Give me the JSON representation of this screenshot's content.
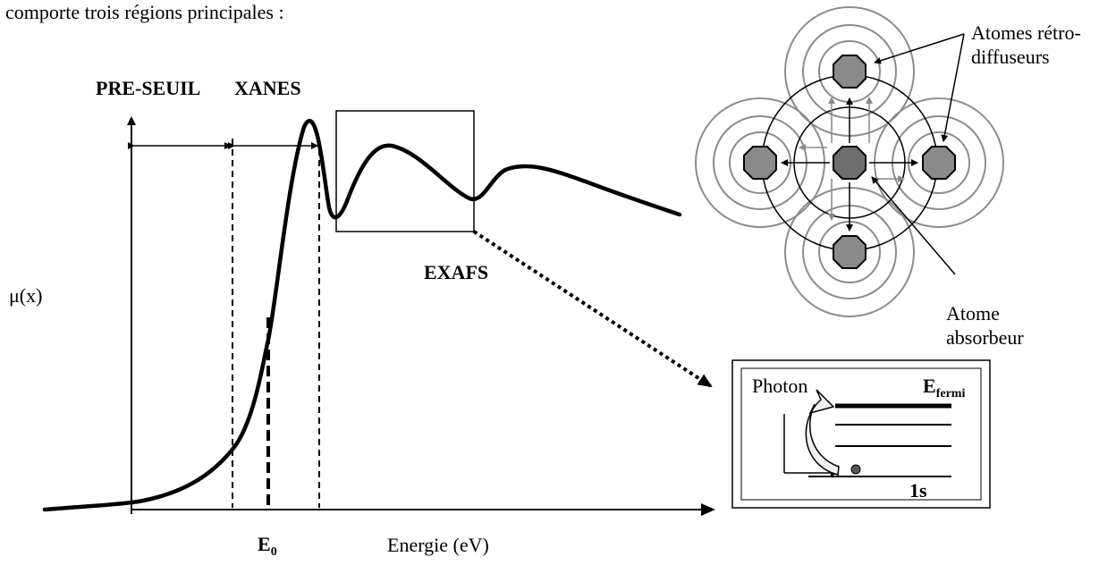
{
  "intro_text": "comporte trois régions principales :",
  "regions": {
    "pre_edge": "PRE-SEUIL",
    "xanes": "XANES",
    "exafs": "EXAFS"
  },
  "axes": {
    "ylabel": "μ(x)",
    "xlabel": "Energie (eV)",
    "edge_label": "E",
    "edge_subscript": "0"
  },
  "atoms": {
    "backscatterers": [
      "Atomes rétro-",
      "diffuseurs"
    ],
    "absorber": [
      "Atome",
      "absorbeur"
    ]
  },
  "inset": {
    "photon": "Photon",
    "fermi_main": "E",
    "fermi_sub": "fermi",
    "core_level": "1s"
  },
  "colors": {
    "line": "#000000",
    "ring": "#8c8c8c",
    "atom_fill": "#8a8a8a",
    "absorber_fill": "#6e6e6e"
  }
}
